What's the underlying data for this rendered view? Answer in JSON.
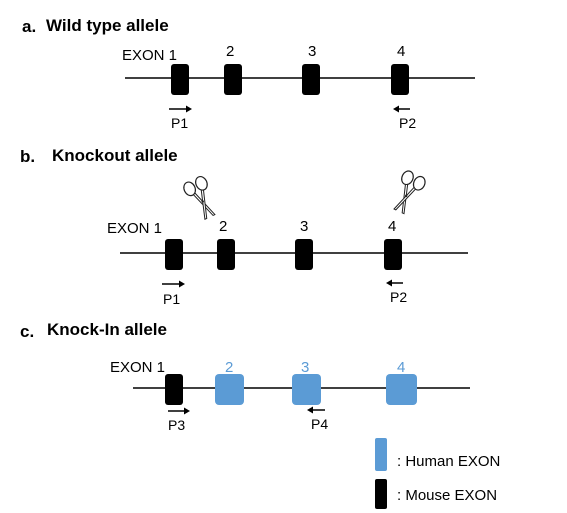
{
  "panels": [
    {
      "letter": "a.",
      "title": "Wild type allele",
      "exon1_label": "EXON 1",
      "exon_labels": [
        "2",
        "3",
        "4"
      ],
      "primer_left": "P1",
      "primer_right": "P2"
    },
    {
      "letter": "b.",
      "title": "Knockout allele",
      "exon1_label": "EXON 1",
      "exon_labels": [
        "2",
        "3",
        "4"
      ],
      "primer_left": "P1",
      "primer_right": "P2",
      "cut_marks": [
        "scissors-icon",
        "scissors-icon"
      ]
    },
    {
      "letter": "c.",
      "title": "Knock-In allele",
      "exon1_label": "EXON 1",
      "exon_labels": [
        "2",
        "3",
        "4"
      ],
      "primer_left": "P3",
      "primer_right": "P4"
    }
  ],
  "legend": {
    "human": ": Human EXON",
    "mouse": ": Mouse  EXON"
  },
  "colors": {
    "mouse_exon": "#000000",
    "human_exon": "#5b9bd5",
    "human_label": "#5b9bd5",
    "line": "#000000"
  }
}
